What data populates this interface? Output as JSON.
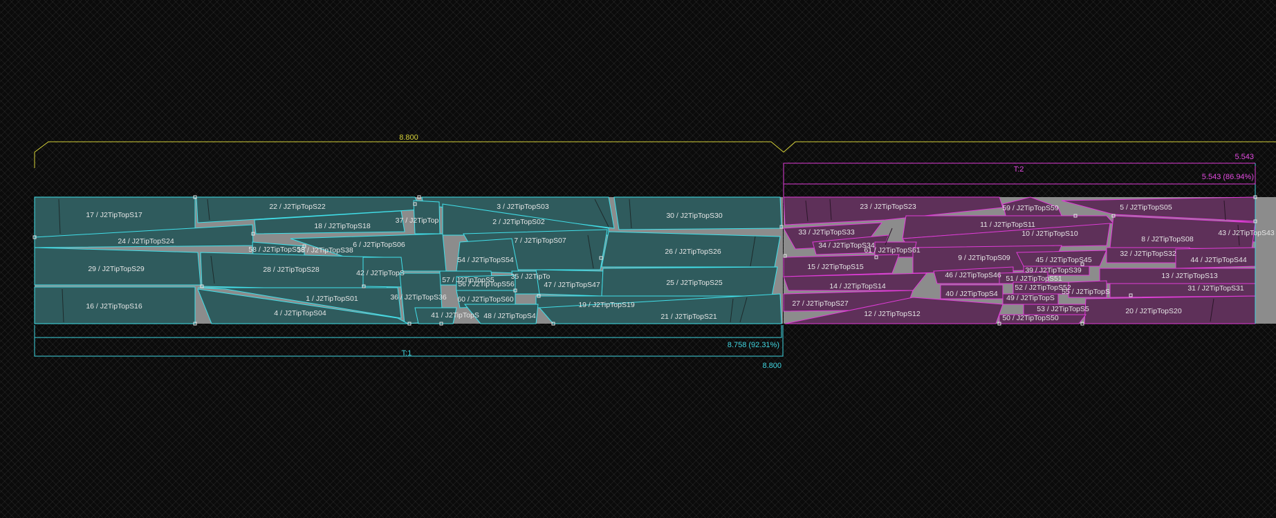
{
  "colors": {
    "teal_fill": "#2f5b5d",
    "teal_edge": "#41e0ea",
    "purple_fill": "#5e3059",
    "purple_edge": "#e03cd8",
    "gap_gray": "#8c8c8c",
    "yellow_dim": "#d6d23a"
  },
  "dimensions": {
    "top_yellow": "8.800",
    "t1_label": "T:1",
    "t1_used": "8.758 (92.31%)",
    "t1_total": "8.800",
    "t2_label": "T:2",
    "t2_total": "5.543",
    "t2_used": "5.543 (86.94%)"
  },
  "board1_labels": [
    "17 / J2TipTopS17",
    "22 / J2TipTopS22",
    "3 / J2TipTopS03",
    "30 / J2TipTopS30",
    "18 / J2TipTopS18",
    "37 / J2TipTop",
    "2 / J2TipTopS02",
    "24 / J2TipTopS24",
    "6 / J2TipTopS06",
    "7 / J2TipTopS07",
    "58 / J2TipTopS58",
    "38 / J2TipTopS38",
    "26 / J2TipTopS26",
    "29 / J2TipTopS29",
    "28 / J2TipTopS28",
    "54 / J2TipTopS54",
    "42 / J2TipTopS",
    "57 / J2TipTopS5",
    "35 / J2TipTo",
    "56 / J2TipTopS56",
    "47 / J2TipTopS47",
    "25 / J2TipTopS25",
    "1 / J2TipTopS01",
    "36 / J2TipTopS36",
    "60 / J2TipTopS60",
    "16 / J2TipTopS16",
    "19 / J2TipTopS19",
    "4 / J2TipTopS04",
    "41 / J2TipTopS",
    "48 / J2TipTopS4",
    "21 / J2TipTopS21"
  ],
  "board2_labels": [
    "23 / J2TipTopS23",
    "59 / J2TipTopS59",
    "5 / J2TipTopS05",
    "11 / J2TipTopS11",
    "33 / J2TipTopS33",
    "10 / J2TipTopS10",
    "43 / J2TipTopS43",
    "34 / J2TipTopS34",
    "61 / J2TipTopS61",
    "8 / J2TipTopS08",
    "9 / J2TipTopS09",
    "32 / J2TipTopS32",
    "15 / J2TipTopS15",
    "45 / J2TipTopS45",
    "44 / J2TipTopS44",
    "39 / J2TipTopS39",
    "46 / J2TipTopS46",
    "13 / J2TipTopS13",
    "51 / J2TipTopS51",
    "14 / J2TipTopS14",
    "52 / J2TipTopS52",
    "40 / J2TipTopS4",
    "55 / J2TipTopS",
    "31 / J2TipTopS31",
    "49 / J2TipTopS",
    "27 / J2TipTopS27",
    "53 / J2TipTopS5",
    "12 / J2TipTopS12",
    "20 / J2TipTopS20",
    "50 / J2TipTopS50"
  ]
}
